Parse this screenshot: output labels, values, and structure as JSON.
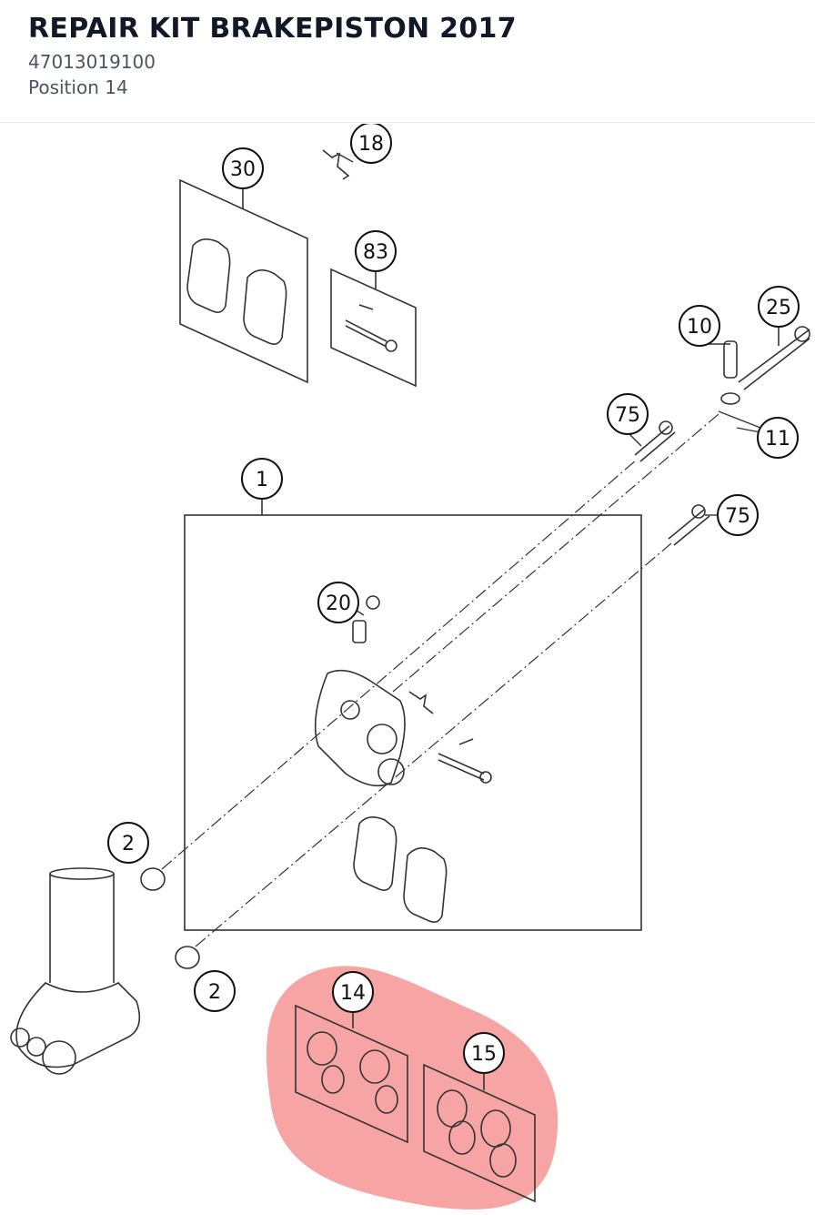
{
  "header": {
    "title": "REPAIR KIT BRAKEPISTON 2017",
    "part_number": "47013019100",
    "position": "Position 14"
  },
  "diagram": {
    "highlight_color": "#f59a9a",
    "callouts": [
      "30",
      "18",
      "83",
      "10",
      "25",
      "75",
      "11",
      "1",
      "75",
      "20",
      "2",
      "2",
      "14",
      "15"
    ]
  }
}
